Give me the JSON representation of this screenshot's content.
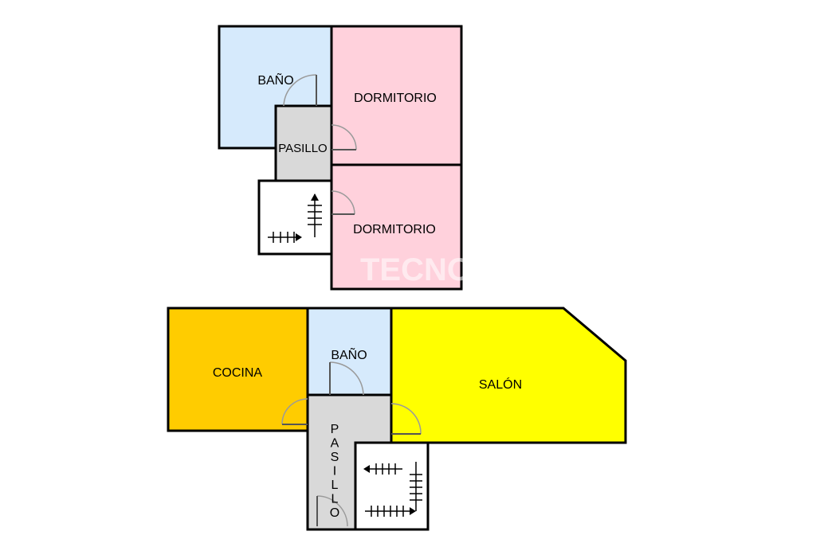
{
  "floor_upper": {
    "bano": "BAÑO",
    "pasillo": "PASILLO",
    "dormitorio_1": "DORMITORIO",
    "dormitorio_2": "DORMITORIO"
  },
  "floor_lower": {
    "cocina": "COCINA",
    "bano": "BAÑO",
    "salon": "SALÓN",
    "pasillo_letters": [
      "P",
      "A",
      "S",
      "I",
      "L",
      "L",
      "O"
    ]
  },
  "watermark": "TECNOC",
  "colors": {
    "bano": "#d6eafc",
    "dormitorio": "#ffd1dc",
    "pasillo": "#d9d9d9",
    "cocina": "#ffcc00",
    "salon": "#ffff00",
    "stair": "#ffffff"
  }
}
